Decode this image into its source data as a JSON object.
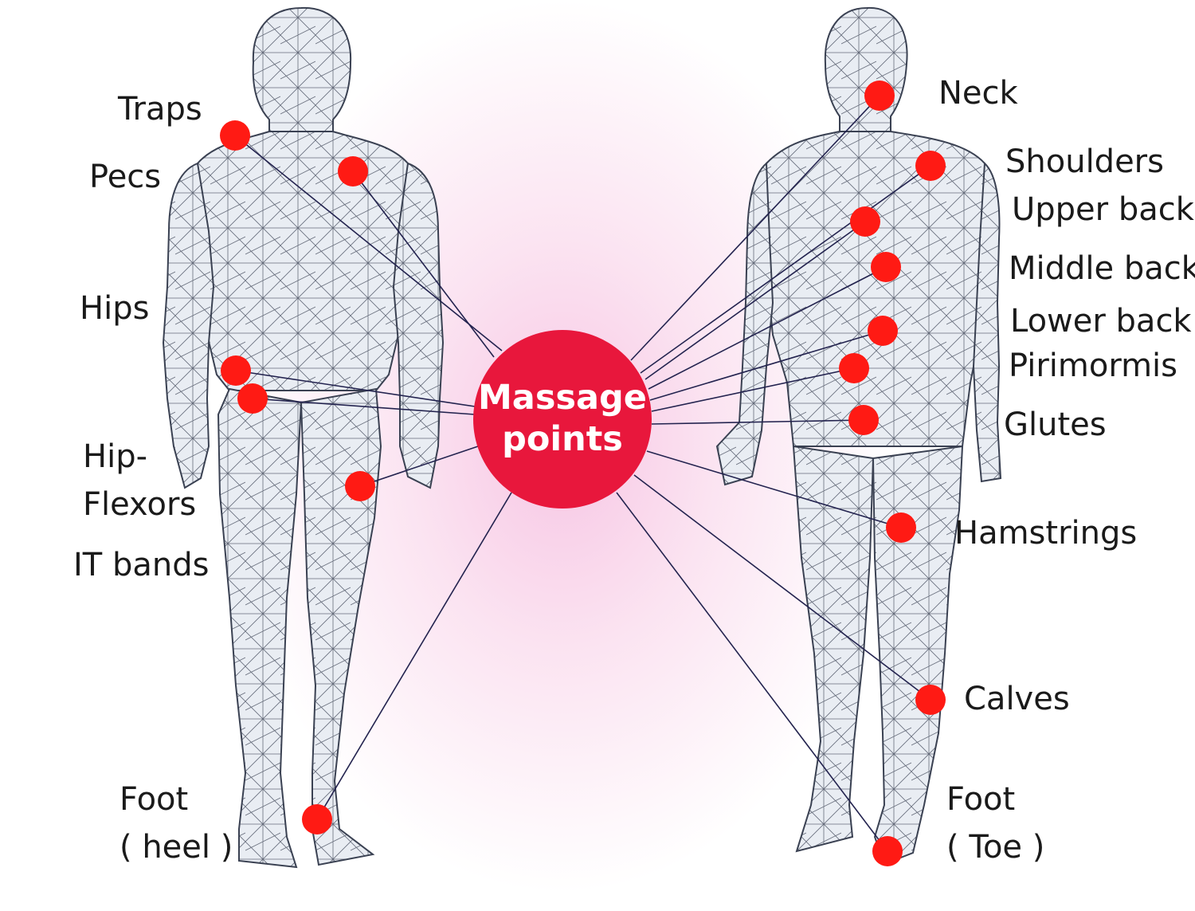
{
  "colors": {
    "dot": "#ff1a14",
    "hub": "#e8173c",
    "line": "#23234f",
    "mesh": "#3a4152",
    "body_fill": "#e9edf3",
    "glow": "#f7c6e4"
  },
  "hub": {
    "line1": "Massage",
    "line2": "points"
  },
  "front_labels": {
    "traps": "Traps",
    "pecs": "Pecs",
    "hips": "Hips",
    "hip_flexors_1": "Hip-",
    "hip_flexors_2": "Flexors",
    "it_bands": "IT bands",
    "foot_1": "Foot",
    "foot_2": "( heel )"
  },
  "back_labels": {
    "neck": "Neck",
    "shoulders": "Shoulders",
    "upper_back": "Upper back",
    "middle_back": "Middle back",
    "lower_back": "Lower back",
    "pirimormis": "Pirimormis",
    "glutes": "Glutes",
    "hamstrings": "Hamstrings",
    "calves": "Calves",
    "foot_1": "Foot",
    "foot_2": "( Toe )"
  }
}
